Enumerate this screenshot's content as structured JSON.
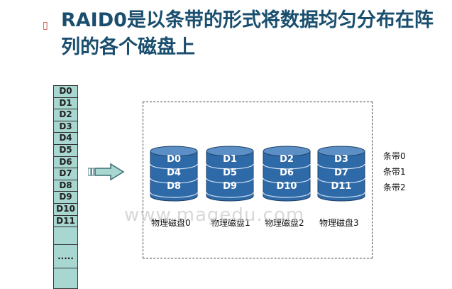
{
  "title": "RAID0是以条带的形式将数据均匀分布在阵列的各个磁盘上",
  "blocks": [
    "D0",
    "D1",
    "D2",
    "D3",
    "D4",
    "D5",
    "D6",
    "D7",
    "D8",
    "D9",
    "D10",
    "D11",
    "",
    "....."
  ],
  "disks": [
    {
      "label": "物理磁盘0",
      "blocks": [
        "D0",
        "D4",
        "D8"
      ]
    },
    {
      "label": "物理磁盘1",
      "blocks": [
        "D1",
        "D5",
        "D9"
      ]
    },
    {
      "label": "物理磁盘2",
      "blocks": [
        "D2",
        "D6",
        "D10"
      ]
    },
    {
      "label": "物理磁盘3",
      "blocks": [
        "D3",
        "D7",
        "D11"
      ]
    }
  ],
  "stripes": [
    "条带0",
    "条带1",
    "条带2"
  ],
  "watermark": "www.magedu.com",
  "colors": {
    "title": "#1a4e6e",
    "disk": "#2f6aa8",
    "disk_top": "#5b8fc6",
    "block_list": "#a8d6d0"
  }
}
